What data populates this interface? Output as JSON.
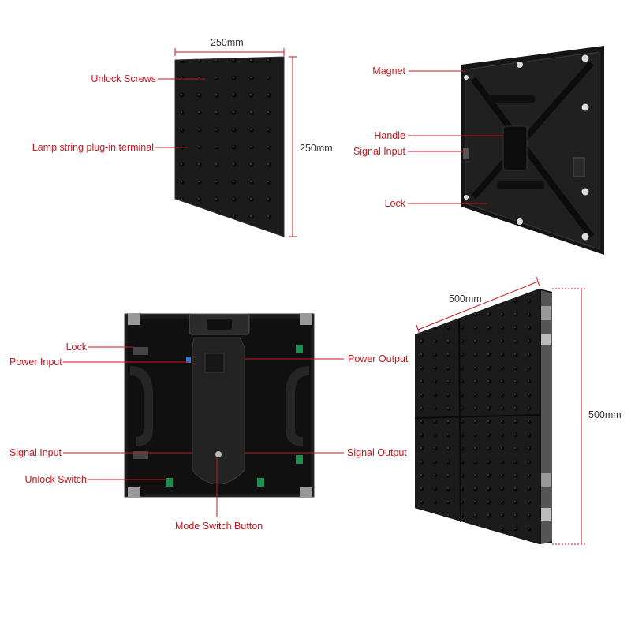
{
  "panel_front": {
    "width_label": "250mm",
    "height_label": "250mm",
    "callouts": {
      "unlock_screws": "Unlock Screws",
      "lamp_string": "Lamp string plug-in terminal"
    }
  },
  "panel_back": {
    "callouts": {
      "magnet": "Magnet",
      "handle": "Handle",
      "signal_input": "Signal Input",
      "lock": "Lock"
    }
  },
  "cabinet_back": {
    "callouts": {
      "lock": "Lock",
      "power_input": "Power Input",
      "power_output": "Power Output",
      "signal_input": "Signal Input",
      "signal_output": "Signal Output",
      "unlock_switch": "Unlock Switch",
      "mode_switch": "Mode Switch Button"
    }
  },
  "cabinet_front": {
    "width_label": "500mm",
    "height_label": "500mm"
  },
  "colors": {
    "callout_red": "#c8161d",
    "panel_black": "#1b1b1b",
    "dimension_line": "#c8161d"
  }
}
